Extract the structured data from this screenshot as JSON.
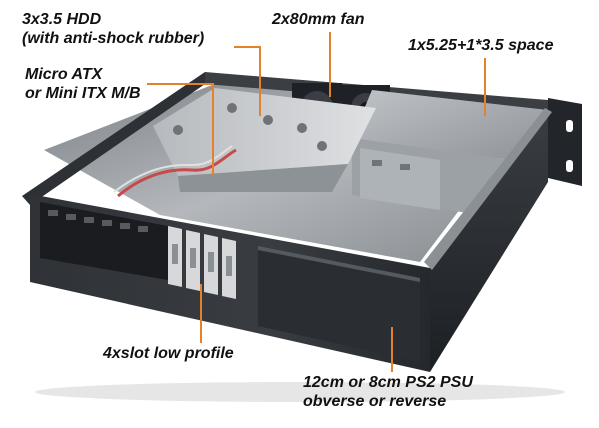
{
  "labels": {
    "hdd_line1": "3x3.5 HDD",
    "hdd_line2": "(with anti-shock rubber)",
    "fan": "2x80mm fan",
    "drive_bay": "1x5.25+1*3.5 space",
    "mb_line1": "Micro ATX",
    "mb_line2": "or Mini ITX M/B",
    "slots": "4xslot low profile",
    "psu_line1": "12cm or 8cm PS2 PSU",
    "psu_line2": "obverse or reverse"
  },
  "colors": {
    "leader_line": "#e3822b",
    "chassis_dark": "#26292e",
    "steel_light": "#c3c6ca",
    "label_text": "#111111"
  }
}
